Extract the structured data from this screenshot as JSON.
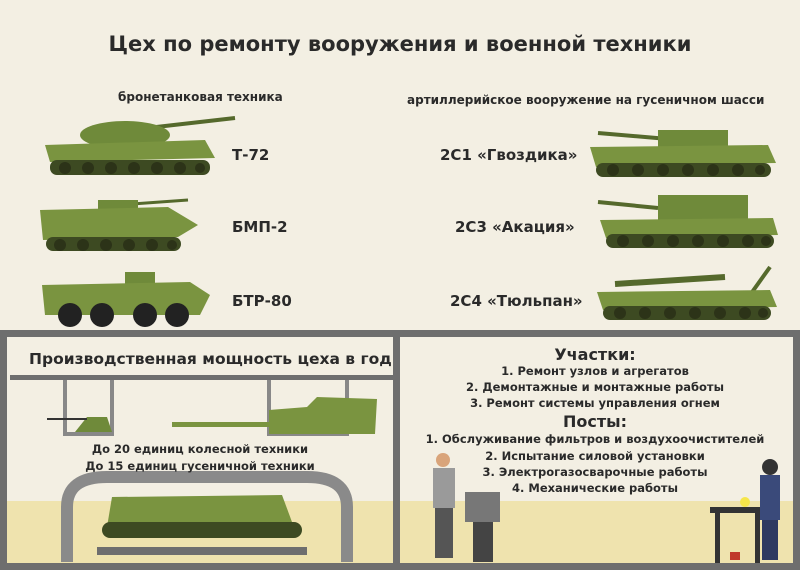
{
  "title": "Цех по ремонту вооружения и военной техники",
  "armored": {
    "heading": "бронетанковая техника",
    "vehicles": [
      "Т-72",
      "БМП-2",
      "БТР-80"
    ]
  },
  "artillery": {
    "heading": "артиллерийское вооружение на гусеничном шасси",
    "vehicles": [
      "2С1 «Гвоздика»",
      "2С3 «Акация»",
      "2С4 «Тюльпан»"
    ]
  },
  "capacity": {
    "title": "Производственная мощность цеха в год",
    "lines": [
      "До 20 единиц колесной техники",
      "До 15 единиц гусеничной техники"
    ]
  },
  "sections": {
    "heading": "Участки:",
    "items": [
      "1. Ремонт узлов и агрегатов",
      "2. Демонтажные и монтажные работы",
      "3. Ремонт системы управления огнем"
    ]
  },
  "posts": {
    "heading": "Посты:",
    "items": [
      "1. Обслуживание фильтров и воздухоочистителей",
      "2. Испытание силовой установки",
      "3. Электрогазосварочные работы",
      "4. Механические работы"
    ]
  },
  "colors": {
    "bg": "#f3efe3",
    "frame": "#6e6e6e",
    "vehicle": "#6f8a3a",
    "floor": "#efe3ae"
  }
}
